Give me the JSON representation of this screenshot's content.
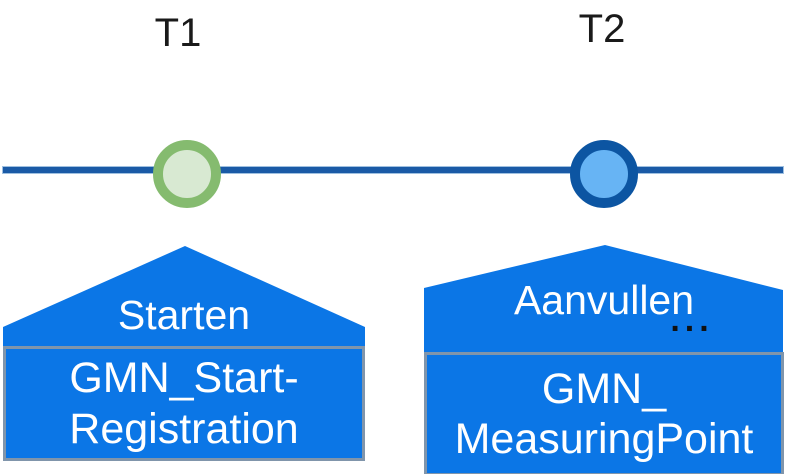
{
  "colors": {
    "box_blue": "#0B76E6",
    "line_blue": "#1A5AA6",
    "line_edge": "#9FC0E0",
    "box_border_gray": "#8095AB",
    "label_text": "#1A1A1A",
    "box_text": "#FFFFFF"
  },
  "diagram": {
    "timepoints": [
      {
        "label": "T1",
        "action": "Starten",
        "message_line1": "GMN_Start-",
        "message_line2": "Registration",
        "marker_fill": "#D8E9D2",
        "marker_border": "#85BB6F"
      },
      {
        "label": "T2",
        "action": "Aanvullen",
        "ellipsis": "...",
        "message_line1": "GMN_",
        "message_line2": "MeasuringPoint",
        "marker_fill": "#67B4F4",
        "marker_border": "#0C55A2"
      }
    ]
  }
}
